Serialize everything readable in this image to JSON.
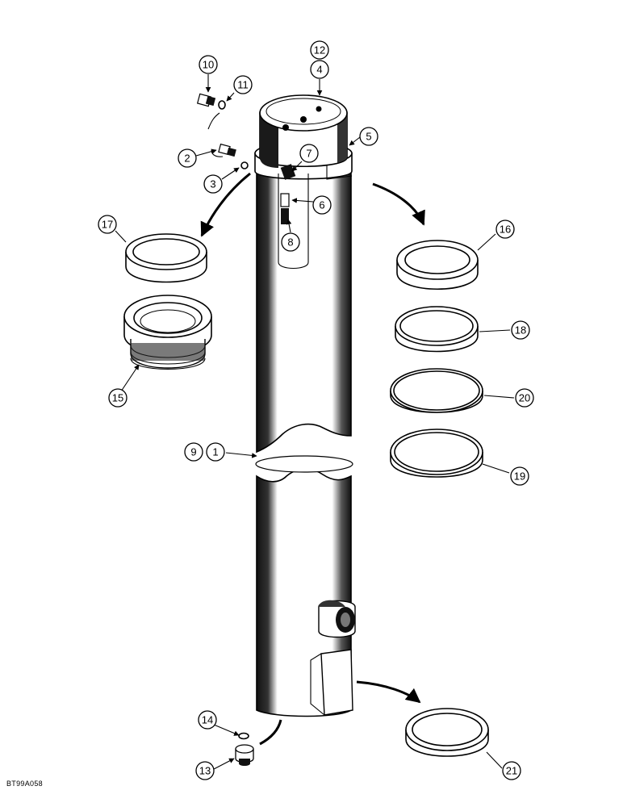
{
  "figure_id": "BT99A058",
  "callouts": {
    "c1": "1",
    "c2": "2",
    "c3": "3",
    "c4": "4",
    "c5": "5",
    "c6": "6",
    "c7": "7",
    "c8": "8",
    "c9": "9",
    "c10": "10",
    "c11": "11",
    "c12": "12",
    "c13": "13",
    "c14": "14",
    "c15": "15",
    "c16": "16",
    "c17": "17",
    "c18": "18",
    "c19": "19",
    "c20": "20",
    "c21": "21"
  }
}
